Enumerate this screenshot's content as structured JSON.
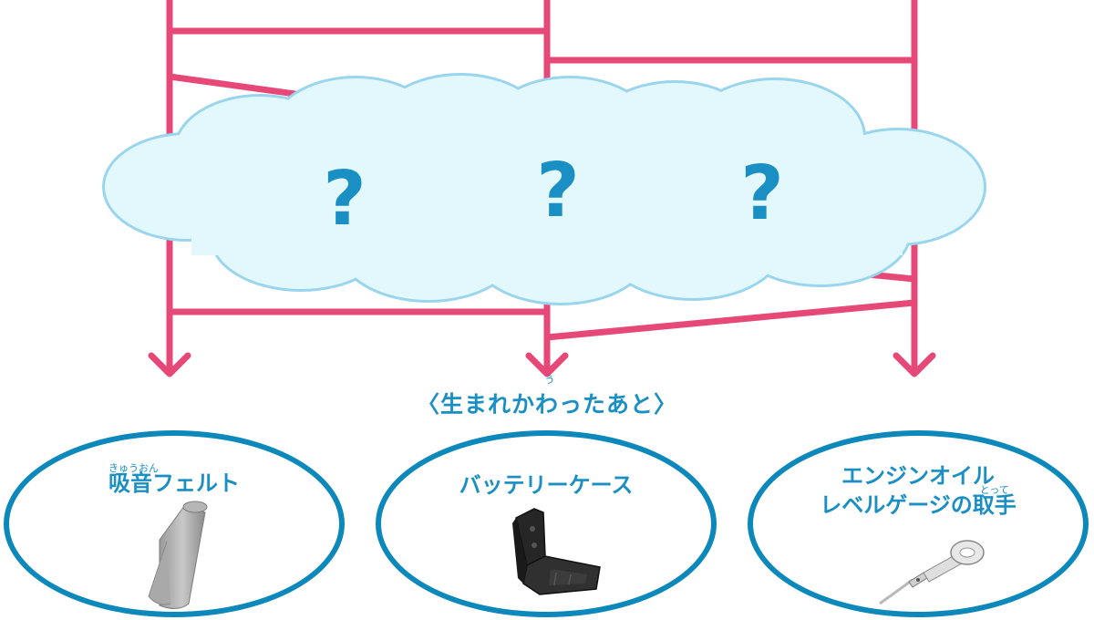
{
  "colors": {
    "line": "#e64878",
    "cloud_fill": "#e3f8fc",
    "cloud_stroke": "#9ad5ee",
    "accent": "#1a8fc4",
    "oval_border": "#0c88bb"
  },
  "cloud": {
    "marks": [
      "?",
      "?",
      "?"
    ]
  },
  "caption": {
    "ruby": "う",
    "text": "〈生まれかわったあと〉"
  },
  "items": [
    {
      "label": "吸音フェルト",
      "ruby_target": "吸音",
      "ruby": "きゅうおん",
      "image_icon": "felt-roll-icon"
    },
    {
      "label": "バッテリーケース",
      "image_icon": "battery-case-icon"
    },
    {
      "label_line1": "エンジンオイル",
      "label_line2_pre": "レベルゲージの",
      "ruby_target": "取手",
      "ruby": "とって",
      "image_icon": "dipstick-handle-icon"
    }
  ]
}
